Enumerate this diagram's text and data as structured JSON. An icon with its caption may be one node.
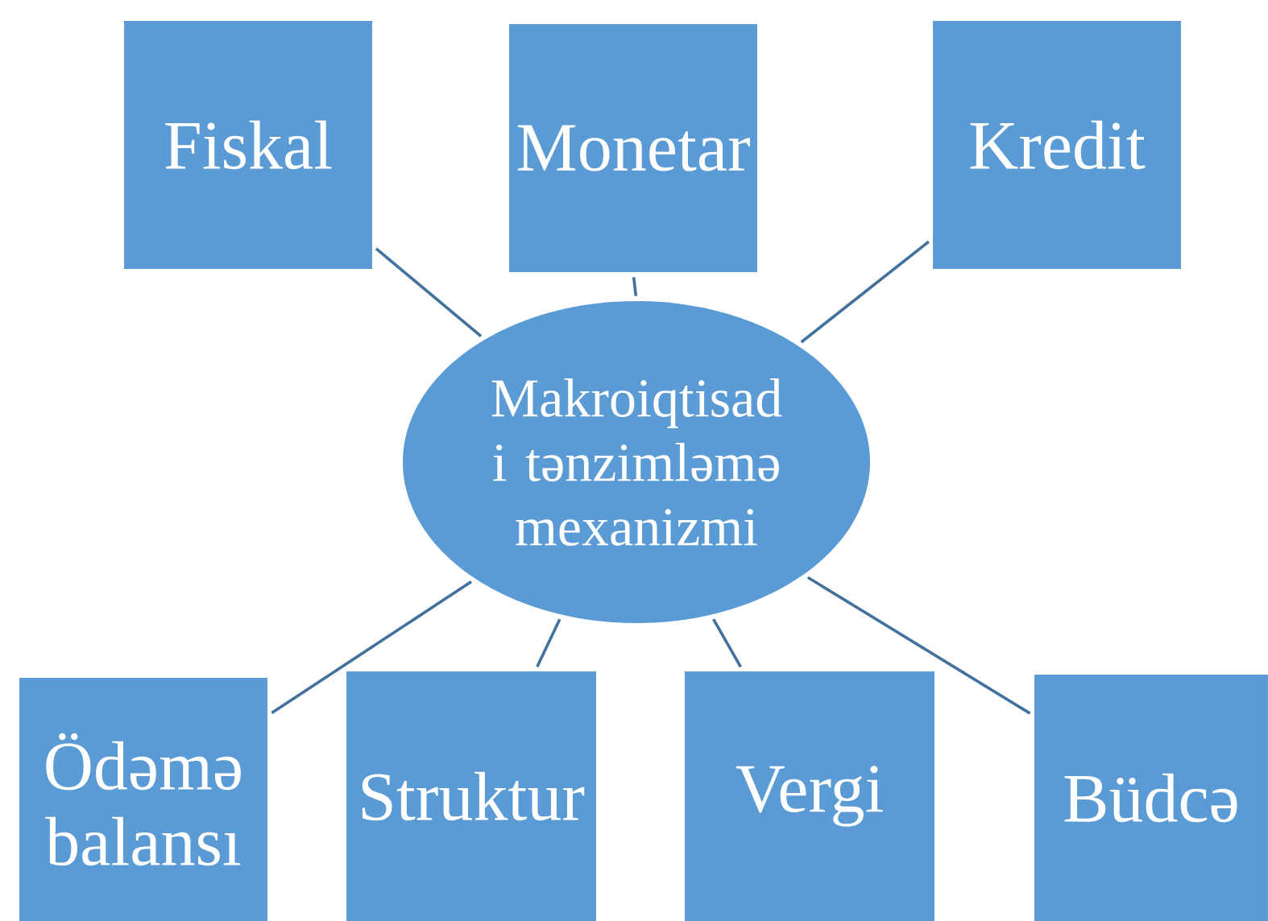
{
  "diagram": {
    "nodes": [
      {
        "text": [
          "Fiskal"
        ]
      },
      {
        "text": [
          "Monetar"
        ]
      },
      {
        "text": [
          "Kredit"
        ]
      },
      {
        "text": [
          "Makroiqtisad i tənzimləmə mexanizmi"
        ]
      },
      {
        "text": [
          "Ödəmə balansı"
        ]
      },
      {
        "text": [
          "Struktur"
        ]
      },
      {
        "text": [
          "Vergi"
        ]
      },
      {
        "text": [
          "Büdcə"
        ]
      }
    ],
    "edges": [
      {
        "from": 3,
        "to": 0,
        "arrow": "none"
      },
      {
        "from": 3,
        "to": 1,
        "arrow": "none"
      },
      {
        "from": 3,
        "to": 2,
        "arrow": "none"
      },
      {
        "from": 3,
        "to": 4,
        "arrow": "none"
      },
      {
        "from": 3,
        "to": 5,
        "arrow": "none"
      },
      {
        "from": 3,
        "to": 6,
        "arrow": "none"
      },
      {
        "from": 3,
        "to": 7,
        "arrow": "none"
      }
    ]
  }
}
